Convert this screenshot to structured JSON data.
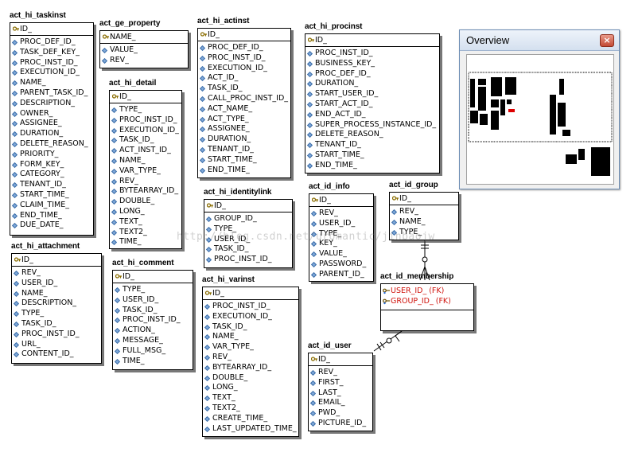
{
  "entities": [
    {
      "id": "taskinst",
      "title": "act_hi_taskinst",
      "pk": "ID_",
      "fields": [
        "PROC_DEF_ID_",
        "TASK_DEF_KEY_",
        "PROC_INST_ID_",
        "EXECUTION_ID_",
        "NAME_",
        "PARENT_TASK_ID_",
        "DESCRIPTION_",
        "OWNER_",
        "ASSIGNEE_",
        "DURATION_",
        "DELETE_REASON_",
        "PRIORITY_",
        "FORM_KEY_",
        "CATEGORY_",
        "TENANT_ID_",
        "START_TIME_",
        "CLAIM_TIME_",
        "END_TIME_",
        "DUE_DATE_"
      ]
    },
    {
      "id": "ge_property",
      "title": "act_ge_property",
      "pk": "NAME_",
      "fields": [
        "VALUE_",
        "REV_"
      ]
    },
    {
      "id": "detail",
      "title": "act_hi_detail",
      "pk": "ID_",
      "fields": [
        "TYPE_",
        "PROC_INST_ID_",
        "EXECUTION_ID_",
        "TASK_ID_",
        "ACT_INST_ID_",
        "NAME_",
        "VAR_TYPE_",
        "REV_",
        "BYTEARRAY_ID_",
        "DOUBLE_",
        "LONG_",
        "TEXT_",
        "TEXT2_",
        "TIME_"
      ]
    },
    {
      "id": "actinst",
      "title": "act_hi_actinst",
      "pk": "ID_",
      "fields": [
        "PROC_DEF_ID_",
        "PROC_INST_ID_",
        "EXECUTION_ID_",
        "ACT_ID_",
        "TASK_ID_",
        "CALL_PROC_INST_ID_",
        "ACT_NAME_",
        "ACT_TYPE_",
        "ASSIGNEE_",
        "DURATION_",
        "TENANT_ID_",
        "START_TIME_",
        "END_TIME_"
      ]
    },
    {
      "id": "procinst",
      "title": "act_hi_procinst",
      "pk": "ID_",
      "fields": [
        "PROC_INST_ID_",
        "BUSINESS_KEY_",
        "PROC_DEF_ID_",
        "DURATION_",
        "START_USER_ID_",
        "START_ACT_ID_",
        "END_ACT_ID_",
        "SUPER_PROCESS_INSTANCE_ID_",
        "DELETE_REASON_",
        "TENANT_ID_",
        "START_TIME_",
        "END_TIME_"
      ]
    },
    {
      "id": "attachment",
      "title": "act_hi_attachment",
      "pk": "ID_",
      "fields": [
        "REV_",
        "USER_ID_",
        "NAME_",
        "DESCRIPTION_",
        "TYPE_",
        "TASK_ID_",
        "PROC_INST_ID_",
        "URL_",
        "CONTENT_ID_"
      ]
    },
    {
      "id": "comment",
      "title": "act_hi_comment",
      "pk": "ID_",
      "fields": [
        "TYPE_",
        "USER_ID_",
        "TASK_ID_",
        "PROC_INST_ID_",
        "ACTION_",
        "MESSAGE_",
        "FULL_MSG_",
        "TIME_"
      ]
    },
    {
      "id": "identitylink",
      "title": "act_hi_identitylink",
      "pk": "ID_",
      "fields": [
        "GROUP_ID_",
        "TYPE_",
        "USER_ID_",
        "TASK_ID_",
        "PROC_INST_ID_"
      ]
    },
    {
      "id": "varinst",
      "title": "act_hi_varinst",
      "pk": "ID_",
      "fields": [
        "PROC_INST_ID_",
        "EXECUTION_ID_",
        "TASK_ID_",
        "NAME_",
        "VAR_TYPE_",
        "REV_",
        "BYTEARRAY_ID_",
        "DOUBLE_",
        "LONG_",
        "TEXT_",
        "TEXT2_",
        "CREATE_TIME_",
        "LAST_UPDATED_TIME_"
      ]
    },
    {
      "id": "id_info",
      "title": "act_id_info",
      "pk": "ID_",
      "fields": [
        "REV_",
        "USER_ID_",
        "TYPE_",
        "KEY_",
        "VALUE_",
        "PASSWORD_",
        "PARENT_ID_"
      ]
    },
    {
      "id": "id_group",
      "title": "act_id_group",
      "pk": "ID_",
      "fields": [
        "REV_",
        "NAME_",
        "TYPE_"
      ]
    },
    {
      "id": "id_membership",
      "title": "act_id_membership",
      "pk": "",
      "fk_fields": [
        "USER_ID_ (FK)",
        "GROUP_ID_ (FK)"
      ],
      "fields": []
    },
    {
      "id": "id_user",
      "title": "act_id_user",
      "pk": "ID_",
      "fields": [
        "REV_",
        "FIRST_",
        "LAST_",
        "EMAIL_",
        "PWD_",
        "PICTURE_ID_"
      ]
    }
  ],
  "overview": {
    "title": "Overview",
    "close_label": "×"
  },
  "watermark": "http://blog.csdn.net/uromantic/jinbaojw",
  "colors": {
    "fk_text": "#d0140d",
    "field_bullet": "#7fa8d9",
    "shadow": "#777777"
  }
}
